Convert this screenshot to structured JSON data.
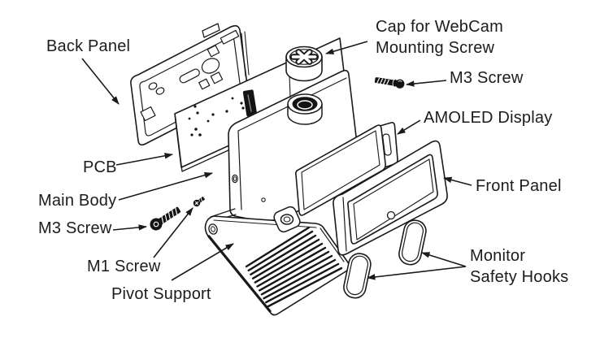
{
  "diagram": {
    "type": "exploded-view-parts-diagram",
    "labels": {
      "back_panel": "Back Panel",
      "cap_line1": "Cap for WebCam",
      "cap_line2": "Mounting Screw",
      "m3_screw_top": "M3 Screw",
      "amoled_display": "AMOLED Display",
      "pcb": "PCB",
      "main_body": "Main Body",
      "m3_screw_left": "M3 Screw",
      "m1_screw": "M1 Screw",
      "pivot_support": "Pivot Support",
      "front_panel": "Front Panel",
      "monitor_hooks_line1": "Monitor",
      "monitor_hooks_line2": "Safety Hooks"
    },
    "colors": {
      "line": "#1a1a1a",
      "background": "#ffffff",
      "solid_part": "#141414"
    }
  }
}
